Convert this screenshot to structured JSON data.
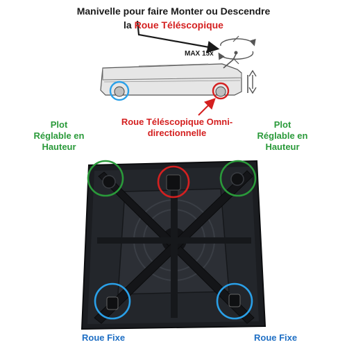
{
  "header": {
    "line1": "Manivelle pour faire Monter ou Descendre",
    "line2_prefix": "la ",
    "line2_highlight": "Roue Téléscopique"
  },
  "crank_note": "MAX 15x",
  "labels": {
    "omni_line1": "Roue Téléscopique Omni-",
    "omni_line2": "directionnelle",
    "plot_left": [
      "Plot",
      "Réglable en",
      "Hauteur"
    ],
    "plot_right": [
      "Plot",
      "Réglable en",
      "Hauteur"
    ],
    "fixed_left": "Roue Fixe",
    "fixed_right": "Roue Fixe"
  },
  "colors": {
    "telescopic": "#d42020",
    "adjustable": "#2a9a3a",
    "fixed": "#1f6fc4",
    "text": "#1a1a1a",
    "base": "#1b1d21"
  },
  "icons": [
    "rotation-arrows-icon",
    "vertical-double-arrow-icon",
    "pointer-arrow-icon"
  ]
}
